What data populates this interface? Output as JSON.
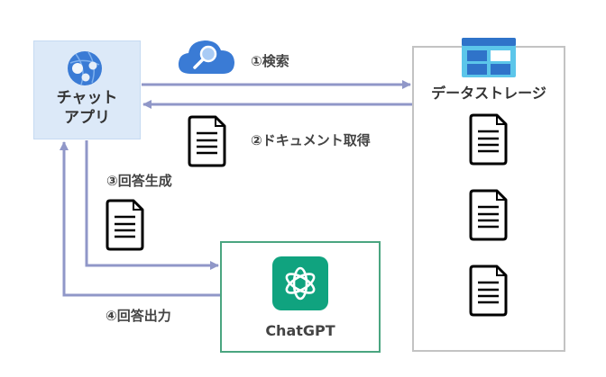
{
  "nodes": {
    "chat_app": {
      "label_line1": "チャット",
      "label_line2": "アプリ",
      "icon": "web-app-globe-icon"
    },
    "data_storage": {
      "label": "データストレージ",
      "icon": "storage-table-icon",
      "documents": [
        "document",
        "document",
        "document"
      ]
    },
    "chatgpt": {
      "label": "ChatGPT",
      "icon": "openai-logo-icon"
    }
  },
  "steps": [
    {
      "label": "①検索",
      "icon": "cognitive-search-cloud-icon"
    },
    {
      "label": "②ドキュメント取得",
      "icon": "document-icon"
    },
    {
      "label": "③回答生成",
      "icon": "document-icon"
    },
    {
      "label": "④回答出力"
    }
  ],
  "colors": {
    "arrow": "#9097c8",
    "app_fill": "#dce9f8",
    "storage_border": "#c3c3c3",
    "chatgpt_border": "#4aa580",
    "chatgpt_brand": "#10a37f",
    "azure_blue": "#3a7bd5"
  }
}
